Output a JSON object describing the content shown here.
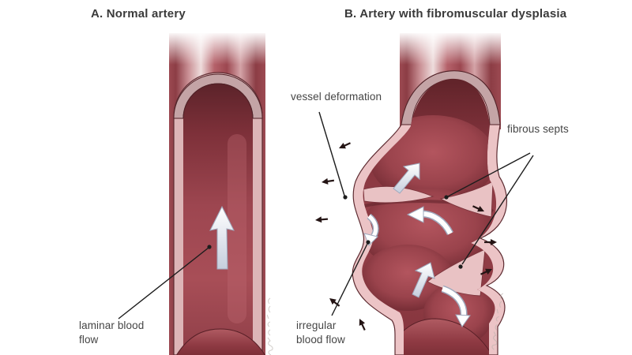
{
  "panel_a": {
    "title": "A. Normal artery",
    "label_laminar_blood_flow": "laminar blood flow"
  },
  "panel_b": {
    "title": "B. Artery with fibromuscular dysplasia",
    "label_vessel_deformation": "vessel deformation",
    "label_fibrous_septs": "fibrous septs",
    "label_irregular_blood_flow": "irregular blood flow"
  },
  "graphics": {
    "panel_a_flow_arrow": "laminar-flow-up-arrow",
    "panel_b_flow_arrows": [
      "turbulent-flow-up-right-arrow",
      "turbulent-flow-curved-left-arrow",
      "turbulent-flow-curved-down-arrow",
      "turbulent-flow-up-arrow",
      "turbulent-flow-curved-down-right-arrow"
    ],
    "panel_b_wall_arrows": "small-black-outward-pressure-arrows"
  },
  "colors": {
    "background": "#ffffff",
    "vessel_exterior_red": "#a04a52",
    "vessel_highlight": "#eedcdc",
    "lumen_dark_red": "#8e3a43",
    "lumen_shadow": "#5c232a",
    "cut_wall_pink": "#e2babc",
    "arch_rim_grey": "#c4a4a6",
    "flow_arrow_white": "#ffffff",
    "flow_arrow_shade": "#c6cedd",
    "annotation_line_black": "#1d1d1d",
    "label_text": "#454545",
    "title_text": "#3a3a3a"
  }
}
